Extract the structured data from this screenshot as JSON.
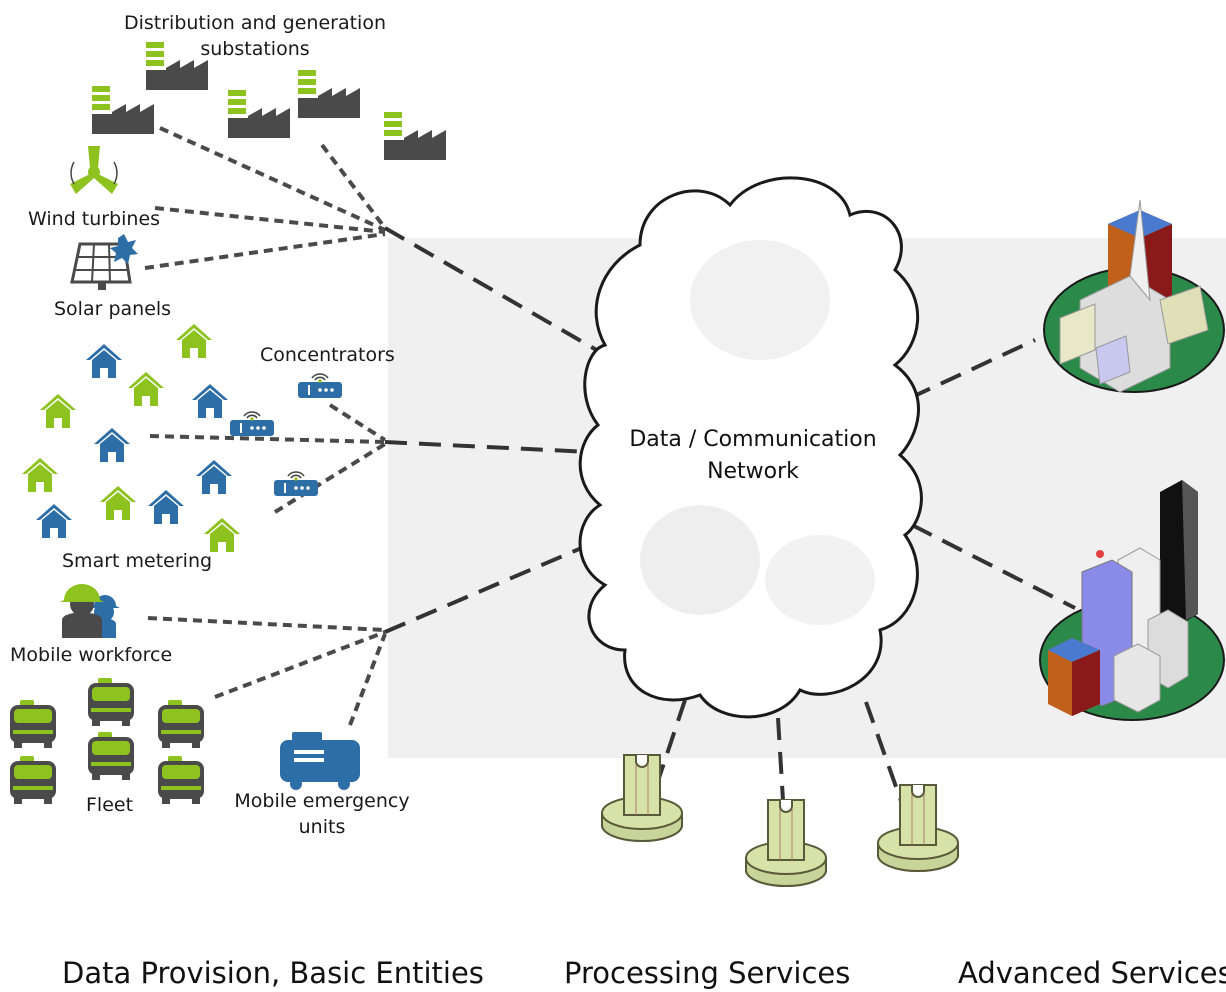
{
  "network_label": {
    "line1": "Data / Communication",
    "line2": "Network"
  },
  "entities": {
    "substations": {
      "line1": "Distribution and generation",
      "line2": "substations"
    },
    "wind": "Wind turbines",
    "solar": "Solar panels",
    "concentrators": "Concentrators",
    "smart_metering": "Smart metering",
    "workforce": "Mobile workforce",
    "fleet": "Fleet",
    "emergency": {
      "line1": "Mobile emergency",
      "line2": "units"
    }
  },
  "sections": {
    "left": "Data Provision, Basic Entities",
    "middle": "Processing Services",
    "right": "Advanced Services"
  },
  "colors": {
    "green": "#8dc21f",
    "blue": "#2e6ea6",
    "dark": "#4a4a4a",
    "dashes": "#444444"
  }
}
